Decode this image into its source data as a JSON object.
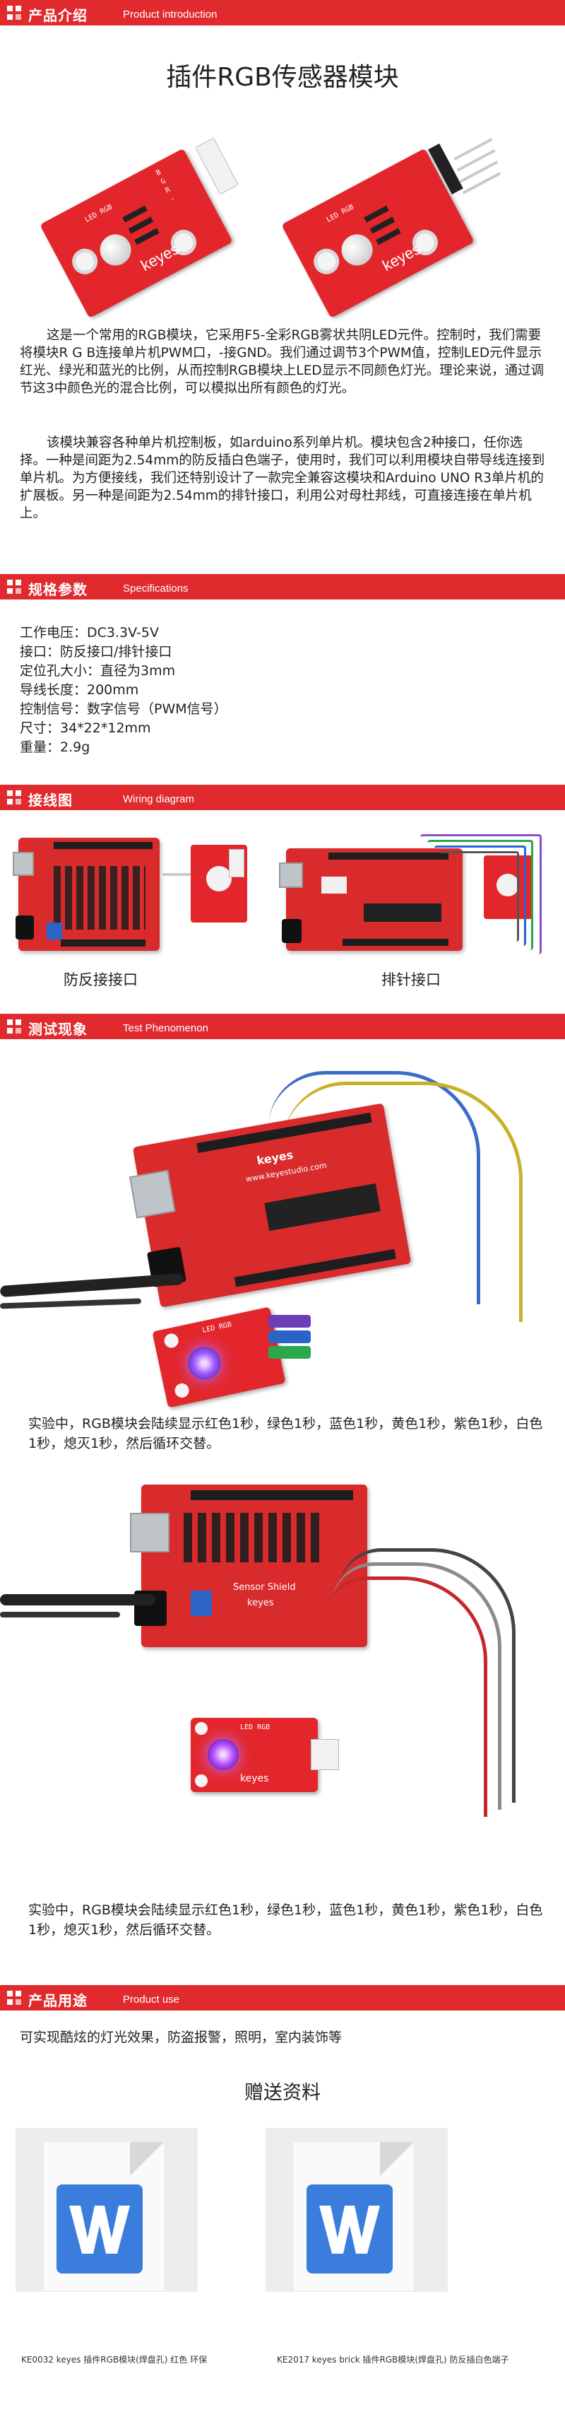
{
  "sections": {
    "intro": {
      "title": "产品介绍",
      "subtitle": "Product introduction"
    },
    "specs": {
      "title": "规格参数",
      "subtitle": "Specifications"
    },
    "wiring": {
      "title": "接线图",
      "subtitle": "Wiring diagram"
    },
    "test": {
      "title": "测试现象",
      "subtitle": "Test Phenomenon"
    },
    "use": {
      "title": "产品用途",
      "subtitle": "Product use"
    }
  },
  "product_title": "插件RGB传感器模块",
  "board_text": {
    "brand": "keyes",
    "led_label": "LED RGB",
    "pins": "B G R -"
  },
  "intro_paragraphs": [
    "这是一个常用的RGB模块，它采用F5-全彩RGB雾状共阴LED元件。控制时，我们需要将模块R G B连接单片机PWM口，-接GND。我们通过调节3个PWM值，控制LED元件显示红光、绿光和蓝光的比例，从而控制RGB模块上LED显示不同颜色灯光。理论来说，通过调节这3中颜色光的混合比例，可以模拟出所有颜色的灯光。",
    "该模块兼容各种单片机控制板，如arduino系列单片机。模块包含2种接口，任你选择。一种是间距为2.54mm的防反插白色端子，使用时，我们可以利用模块自带导线连接到单片机。为方便接线，我们还特别设计了一款完全兼容这模块和Arduino UNO R3单片机的扩展板。另一种是间距为2.54mm的排针接口，利用公对母杜邦线，可直接连接在单片机上。"
  ],
  "specs": [
    "工作电压：DC3.3V-5V",
    "接口：防反接口/排针接口",
    "定位孔大小：直径为3mm",
    "导线长度：200mm",
    "控制信号：数字信号（PWM信号）",
    "尺寸：34*22*12mm",
    "重量：2.9g"
  ],
  "wiring_labels": {
    "left": "防反接接口",
    "right": "排针接口"
  },
  "test_captions": [
    "实验中，RGB模块会陆续显示红色1秒，绿色1秒，蓝色1秒，黄色1秒，紫色1秒，白色1秒，熄灭1秒，然后循环交替。",
    "实验中，RGB模块会陆续显示红色1秒，绿色1秒，蓝色1秒，黄色1秒，紫色1秒，白色1秒，熄灭1秒，然后循环交替。"
  ],
  "photo_text": {
    "board_logo": "keyes",
    "board_site": "www.keyestudio.com",
    "shield_label": "Sensor Shield",
    "module_label": "LED RGB",
    "module_brand": "keyes"
  },
  "use_text": "可实现酷炫的灯光效果，防盗报警，照明，室内装饰等",
  "gifts_title": "赠送资料",
  "downloads": [
    {
      "caption": "KE0032 keyes 插件RGB模块(焊盘孔) 红色 环保",
      "icon": "word-doc-icon"
    },
    {
      "caption": "KE2017 keyes brick 插件RGB模块(焊盘孔) 防反插白色端子",
      "icon": "word-doc-icon"
    }
  ],
  "colors": {
    "accent": "#e02a2e",
    "board_red": "#e3262c",
    "doc_blue": "#3b7ddd"
  }
}
